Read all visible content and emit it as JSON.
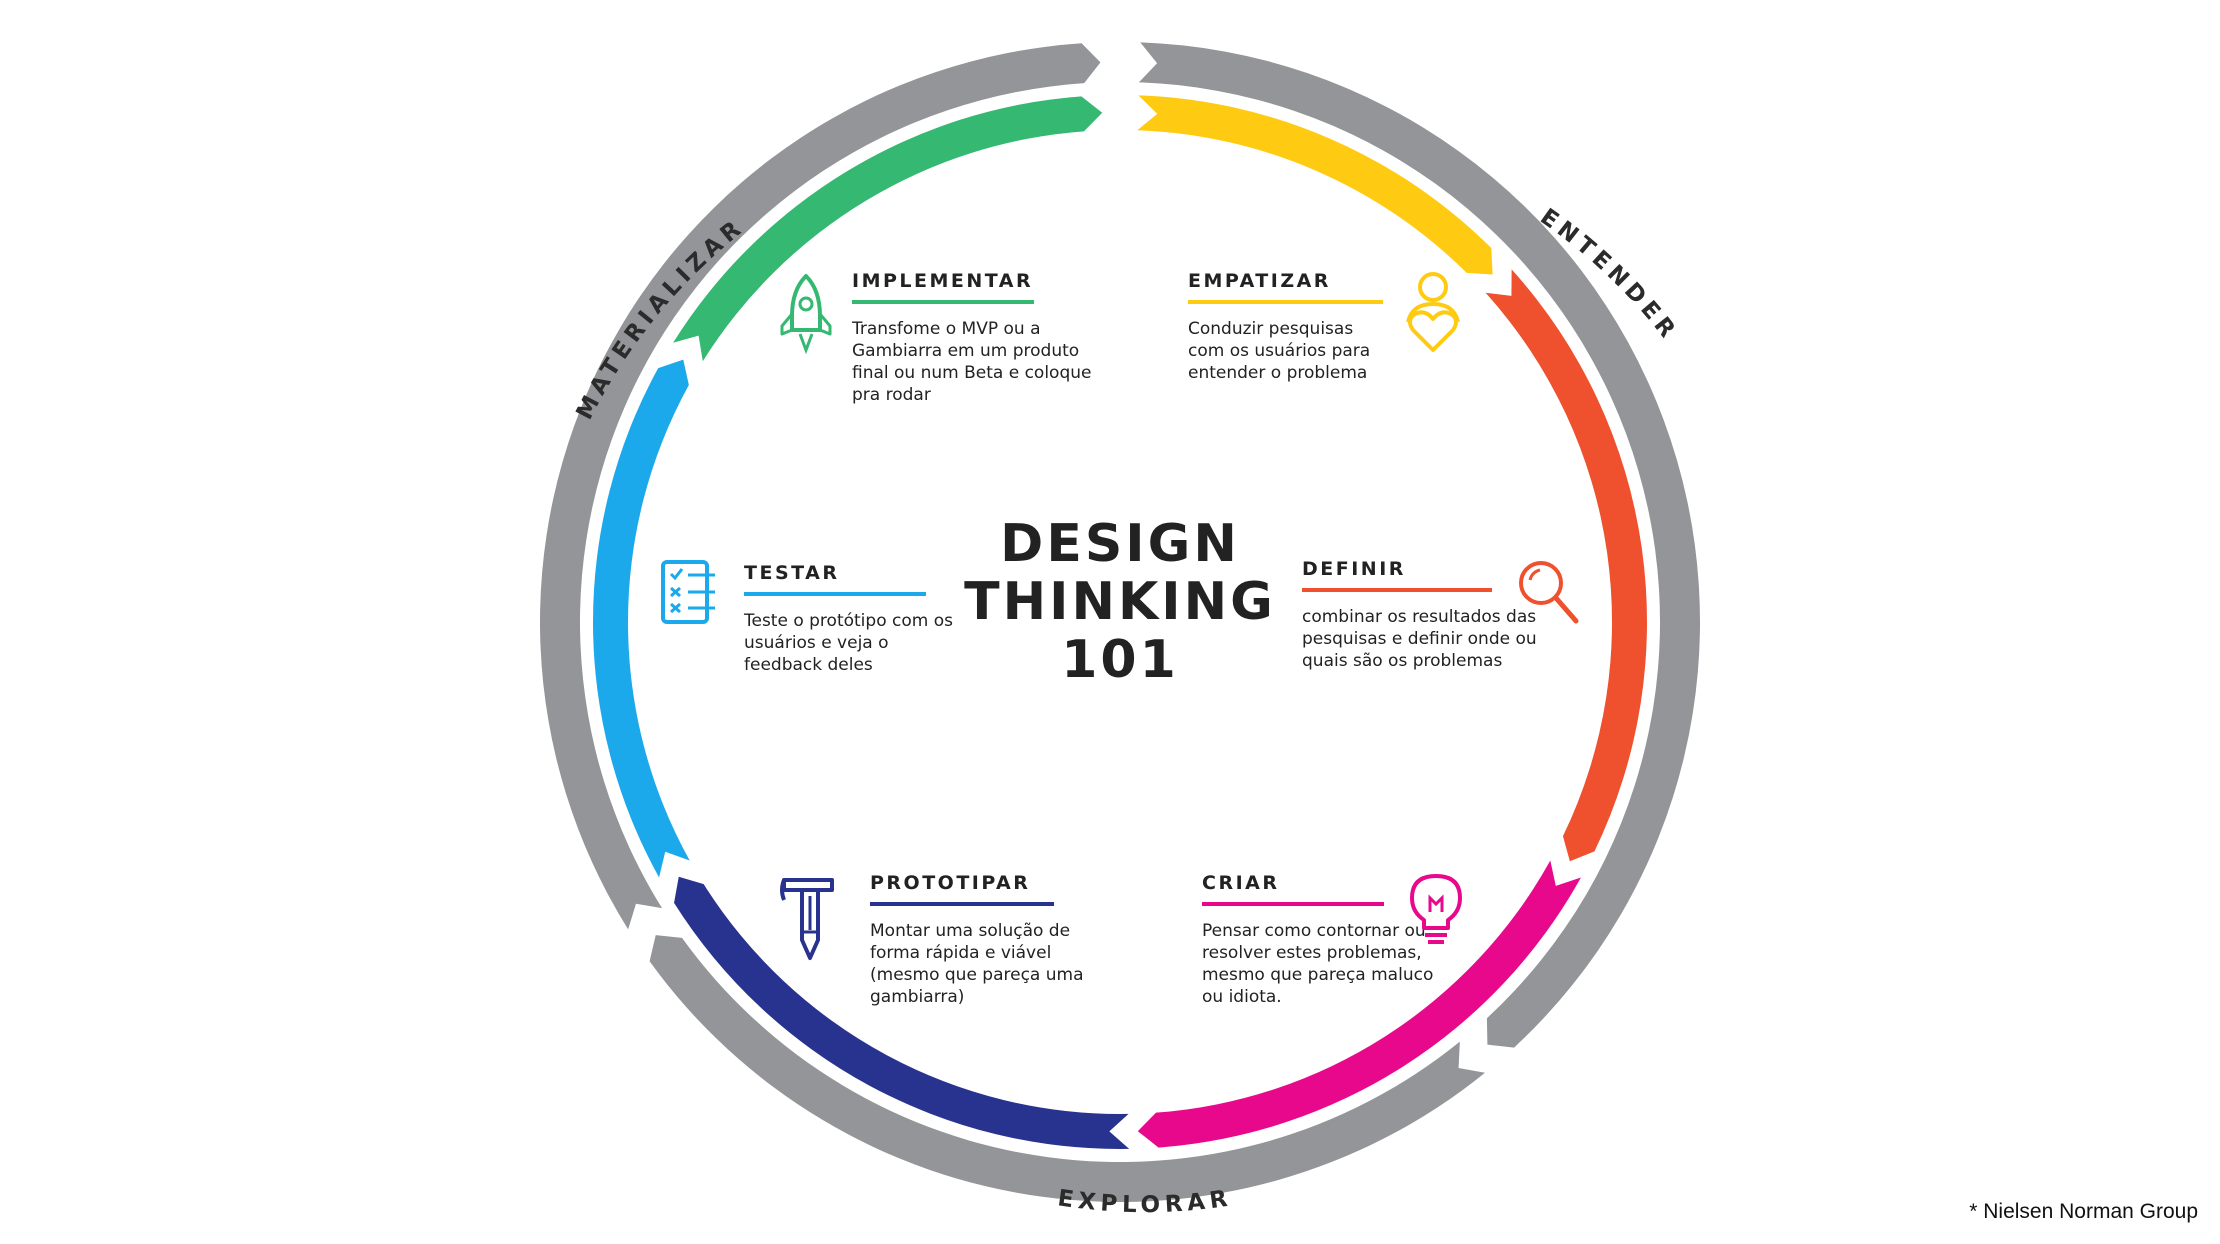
{
  "center": {
    "line1": "DESIGN",
    "line2": "THINKING",
    "line3": "101"
  },
  "outer_labels": {
    "entender": "ENTENDER",
    "explorar": "EXPLORAR",
    "materializar": "MATERIALIZAR"
  },
  "stages": {
    "empatizar": {
      "title": "EMPATIZAR",
      "desc": "Conduzir pesquisas com os usuários para entender o problema",
      "color": "#FFCB12",
      "icon": "person-heart-icon"
    },
    "definir": {
      "title": "DEFINIR",
      "desc": "combinar os resultados das pesquisas e definir onde ou quais são os problemas",
      "color": "#EF502E",
      "icon": "magnifier-icon"
    },
    "criar": {
      "title": "CRIAR",
      "desc": "Pensar como contornar ou resolver estes problemas, mesmo que pareça maluco ou idiota.",
      "color": "#E8088C",
      "icon": "lightbulb-icon"
    },
    "prototipar": {
      "title": "PROTOTIPAR",
      "desc": "Montar uma solução de forma rápida e viável (mesmo que pareça uma gambiarra)",
      "color": "#28328F",
      "icon": "hammer-pencil-icon"
    },
    "testar": {
      "title": "TESTAR",
      "desc": "Teste o protótipo com os usuários e veja o feedback deles",
      "color": "#1CA9EC",
      "icon": "checklist-icon"
    },
    "implementar": {
      "title": "IMPLEMENTAR",
      "desc": "Transfome o MVP ou a Gambiarra em um produto final ou num Beta e coloque pra rodar",
      "color": "#34B872",
      "icon": "rocket-icon"
    }
  },
  "ring_color": "#939598",
  "credit": "* Nielsen Norman Group"
}
